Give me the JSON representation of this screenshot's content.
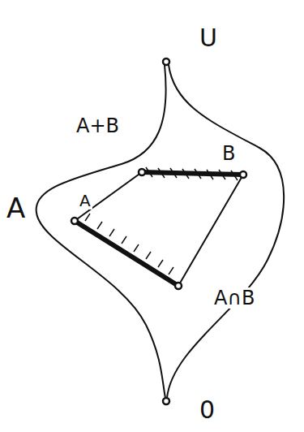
{
  "diagram": {
    "labels": [
      "U",
      "A+B",
      "B",
      "A",
      "A",
      "A∩B",
      "0"
    ]
  }
}
